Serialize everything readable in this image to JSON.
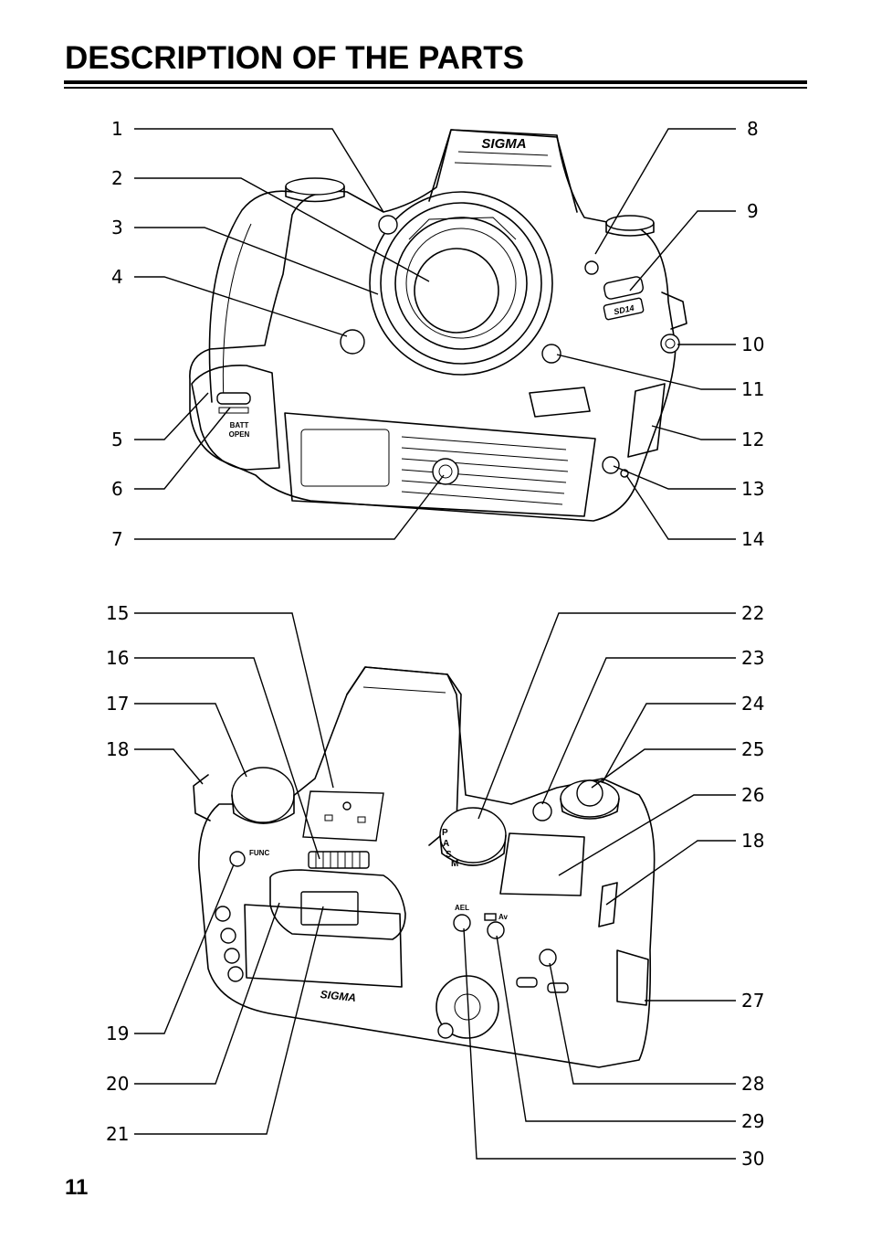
{
  "page": {
    "title": "DESCRIPTION OF THE PARTS",
    "page_number": "11"
  },
  "front_view": {
    "callouts_left": [
      "1",
      "2",
      "3",
      "4",
      "5",
      "6",
      "7"
    ],
    "callouts_right": [
      "8",
      "9",
      "10",
      "11",
      "12",
      "13",
      "14"
    ],
    "brand_logo": "SIGMA",
    "model_badge": "SD14",
    "battery_label_line1": "BATT",
    "battery_label_line2": "OPEN"
  },
  "back_view": {
    "callouts_left": [
      "15",
      "16",
      "17",
      "18",
      "19",
      "20",
      "21"
    ],
    "callouts_right": [
      "22",
      "23",
      "24",
      "25",
      "26",
      "18",
      "27",
      "28",
      "29",
      "30"
    ],
    "button_label_func": "FUNC",
    "button_label_ael": "AEL",
    "button_label_av": "Av",
    "brand_logo": "SIGMA",
    "mode_dial_letters": [
      "P",
      "A",
      "S",
      "M"
    ]
  }
}
